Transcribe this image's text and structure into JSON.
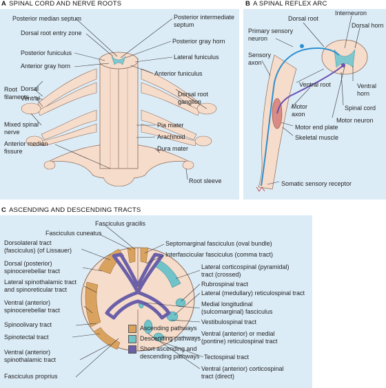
{
  "panels": {
    "a": {
      "letter": "A",
      "title": "SPINAL CORD AND NERVE ROOTS",
      "labels": {
        "posterior_median_septum": "Posterior median septum",
        "posterior_intermediate_septum": "Posterior intermediate septum",
        "dorsal_root_entry_zone": "Dorsal root entry zone",
        "posterior_gray_horn": "Posterior gray horn",
        "posterior_funiculus": "Posterior funiculus",
        "lateral_funiculus": "Lateral funiculus",
        "anterior_gray_horn": "Anterior gray horn",
        "anterior_funiculus": "Anterior funiculus",
        "root_filaments": "Root filaments",
        "dorsal": "Dorsal",
        "ventral": "Ventral",
        "dorsal_root_ganglion": "Dorsal root ganglion",
        "mixed_spinal_nerve": "Mixed spinal nerve",
        "pia_mater": "Pia mater",
        "arachnoid": "Arachnoid",
        "anterior_median_fissure": "Anterior median fissure",
        "dura_mater": "Dura mater",
        "root_sleeve": "Root sleeve"
      }
    },
    "b": {
      "letter": "B",
      "title": "A SPINAL REFLEX ARC",
      "labels": {
        "dorsal_root": "Dorsal root",
        "interneuron": "Interneuron",
        "dorsal_horn": "Dorsal horn",
        "primary_sensory_neuron": "Primary sensory neuron",
        "sensory_axon": "Sensory axon",
        "ventral_root": "Ventral root",
        "ventral_horn": "Ventral horn",
        "motor_axon": "Motor axon",
        "spinal_cord": "Spinal cord",
        "motor_neuron": "Motor neuron",
        "motor_end_plate": "Motor end plate",
        "skeletal_muscle": "Skeletal muscle",
        "somatic_sensory_receptor": "Somatic sensory receptor"
      }
    },
    "c": {
      "letter": "C",
      "title": "ASCENDING AND DESCENDING TRACTS",
      "labels": {
        "fasciculus_gracilis": "Fasciculus gracilis",
        "fasciculus_cuneatus": "Fasciculus cuneatus",
        "dorsolateral_tract": "Dorsolateral tract (fasciculus) (of Lissauer)",
        "septomarginal": "Septomarginal fasciculus (oval bundle)",
        "interfascicular": "Interfascicular fasciculus (comma tract)",
        "dorsal_spinocerebellar": "Dorsal (posterior) spinocerebellar tract",
        "lateral_corticospinal": "Lateral corticospinal (pyramidal) tract (crossed)",
        "lateral_spinothalamic": "Lateral spinothalamic tract and spinoreticular tract",
        "rubrospinal": "Rubrospinal tract",
        "lateral_reticulospinal": "Lateral (medullary) reticulospinal tract",
        "ventral_spinocerebellar": "Ventral (anterior) spinocerebellar tract",
        "medial_longitudinal": "Medial longitudinal (sulcomarginal) fasciculus",
        "spinoolivary": "Spinoolivary tract",
        "vestibulospinal": "Vestibulospinal tract",
        "spinotectal": "Spinotectal tract",
        "ventral_reticulospinal": "Ventral (anterior) or medial (pontine) reticulospinal tract",
        "ventral_spinothalamic": "Ventral (anterior) spinothalamic tract",
        "tectospinal": "Tectospinal tract",
        "fasciculus_proprius": "Fasciculus proprius",
        "ventral_corticospinal": "Ventral (anterior) corticospinal tract (direct)"
      },
      "legend": [
        {
          "label": "Ascending pathways",
          "color": "#d9a35f"
        },
        {
          "label": "Descending pathways",
          "color": "#6fc3c9"
        },
        {
          "label": "Short ascending and descending pathways",
          "color": "#6a5fa8"
        }
      ]
    }
  },
  "colors": {
    "panel_bg": "#dcecf7",
    "tissue": "#f6dccb",
    "tissue_dark": "#e8b99f",
    "gray_matter": "#7fc8cf",
    "nerve_blue": "#2a8fd0",
    "nerve_purple": "#6a4fb0",
    "muscle": "#d98b86"
  }
}
